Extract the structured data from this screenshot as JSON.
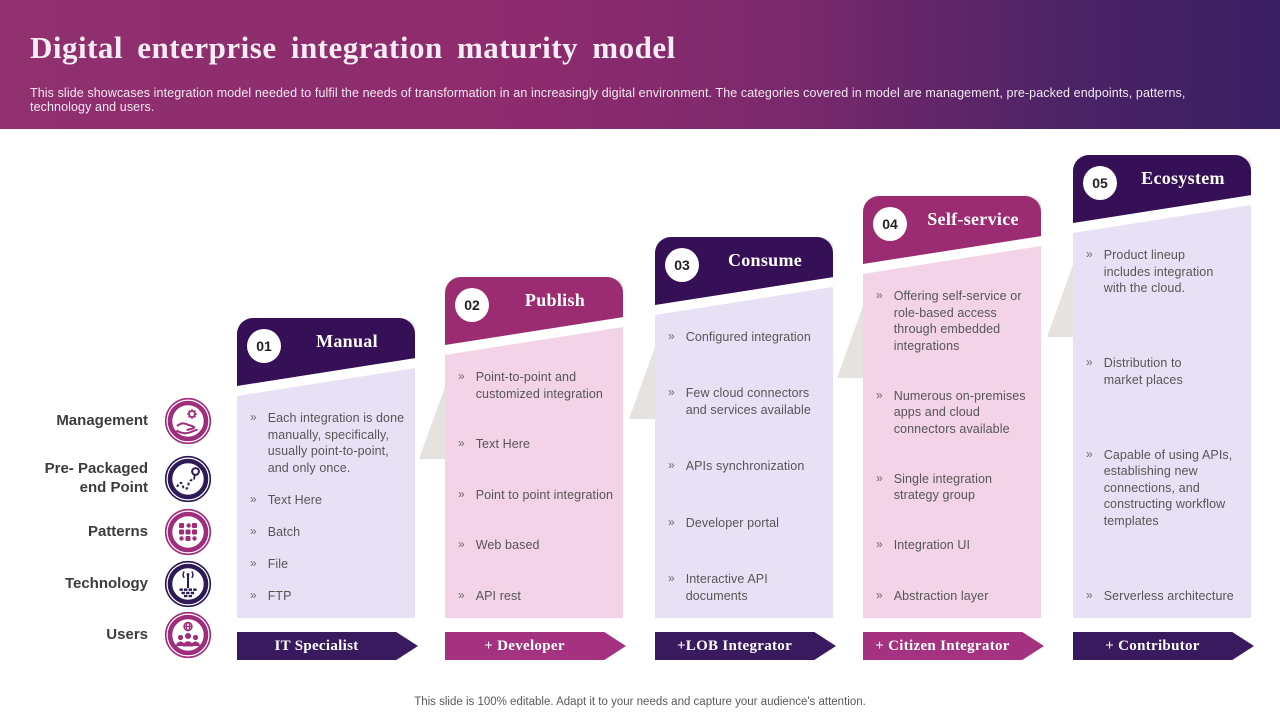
{
  "slide": {
    "title": "Digital enterprise integration maturity model",
    "subtitle": "This slide showcases integration model needed to fulfil the needs of transformation in an increasingly digital environment. The categories covered in model are management, pre-packed endpoints, patterns, technology and users.",
    "footer_note": "This slide is 100% editable. Adapt it to your needs and capture your audience's attention."
  },
  "ui": {
    "bullet_marker": "»"
  },
  "colors": {
    "band_gradient_left": "#90306F",
    "band_gradient_right": "#3A2063",
    "header_dark_purple": "#351056",
    "header_magenta": "#9C2C72",
    "body_lavender": "#E8E1F6",
    "body_pink": "#F3D3E7",
    "arrow_dark_purple": "#3A1A5F",
    "arrow_magenta": "#A53181",
    "body_text": "#565656",
    "icon_magenta": "#A02C7C",
    "icon_dark_purple": "#2E1A56"
  },
  "categories": [
    {
      "label": "Management",
      "icon": "management-icon"
    },
    {
      "label": "Pre- Packaged end Point",
      "icon": "endpoint-icon"
    },
    {
      "label": "Patterns",
      "icon": "patterns-icon"
    },
    {
      "label": "Technology",
      "icon": "technology-icon"
    },
    {
      "label": "Users",
      "icon": "users-icon"
    }
  ],
  "columns": [
    {
      "number": "01",
      "title": "Manual",
      "role": "IT Specialist",
      "theme": "purple",
      "bullets": [
        "Each integration is done manually, specifically, usually point-to-point, and only once.",
        "Text Here",
        "Batch",
        "File",
        "FTP"
      ]
    },
    {
      "number": "02",
      "title": "Publish",
      "role": "+ Developer",
      "theme": "magenta",
      "bullets": [
        "Point-to-point and customized integration",
        "Text Here",
        "Point to point integration",
        "Web based",
        "API rest"
      ]
    },
    {
      "number": "03",
      "title": "Consume",
      "role": "+LOB Integrator",
      "theme": "purple",
      "bullets": [
        "Configured integration",
        "Few cloud connectors and services available",
        "APIs synchronization",
        "Developer portal",
        "Interactive API documents"
      ]
    },
    {
      "number": "04",
      "title": "Self-service",
      "role": "+ Citizen Integrator",
      "theme": "magenta",
      "bullets": [
        "Offering self-service or role-based access through embedded integrations",
        "Numerous on-premises apps and cloud connectors available",
        "Single integration strategy group",
        "Integration UI",
        "Abstraction layer"
      ]
    },
    {
      "number": "05",
      "title": "Ecosystem",
      "role": "+ Contributor",
      "theme": "purple",
      "bullets": [
        "Product lineup includes integration with the cloud.",
        "Distribution to market places",
        "Capable of using APIs, establishing new connections, and constructing workflow templates",
        "Serverless architecture"
      ]
    }
  ]
}
